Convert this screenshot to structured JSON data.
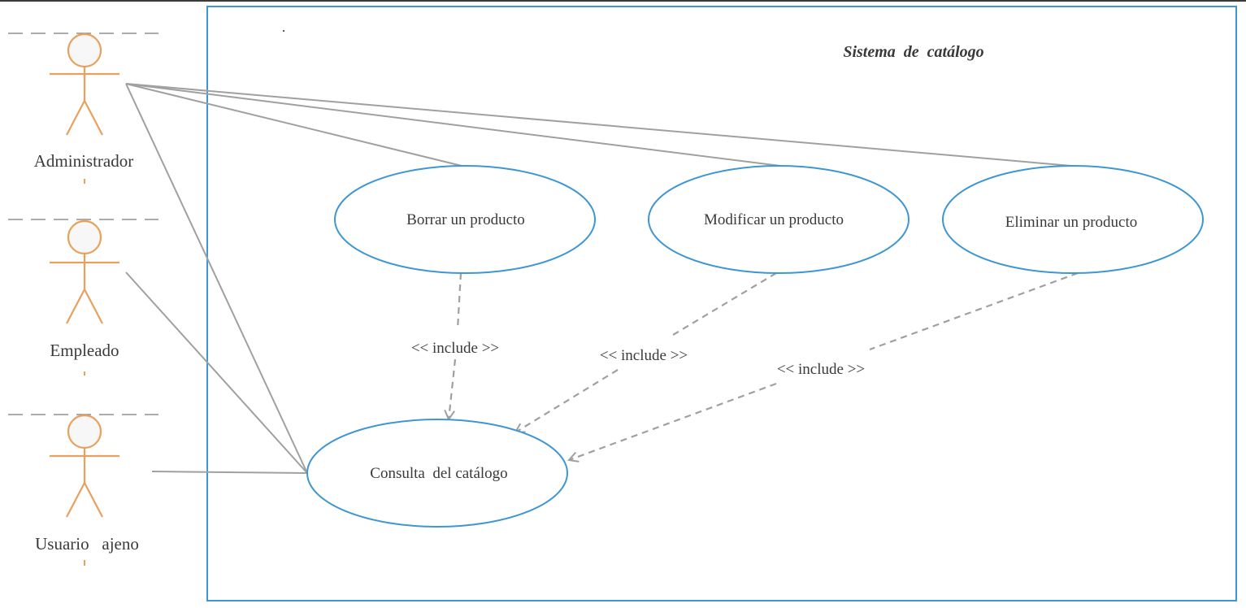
{
  "system": {
    "title": "Sistema  de  catálogo"
  },
  "actors": [
    {
      "id": "admin",
      "label": "Administrador"
    },
    {
      "id": "empleado",
      "label": "Empleado"
    },
    {
      "id": "usuario",
      "label": "Usuario   ajeno"
    }
  ],
  "use_cases": [
    {
      "id": "borrar",
      "label": "Borrar un producto"
    },
    {
      "id": "modificar",
      "label": "Modificar un producto"
    },
    {
      "id": "eliminar",
      "label": "Eliminar un producto"
    },
    {
      "id": "consulta",
      "label": "Consulta  del catálogo"
    }
  ],
  "includes": [
    {
      "from": "borrar",
      "to": "consulta",
      "label": "<< include >>"
    },
    {
      "from": "modificar",
      "to": "consulta",
      "label": "<< include >>"
    },
    {
      "from": "eliminar",
      "to": "consulta",
      "label": "<< include >>"
    }
  ],
  "associations": [
    {
      "actor": "admin",
      "use_case": "borrar"
    },
    {
      "actor": "admin",
      "use_case": "modificar"
    },
    {
      "actor": "admin",
      "use_case": "eliminar"
    },
    {
      "actor": "admin",
      "use_case": "consulta"
    },
    {
      "actor": "empleado",
      "use_case": "consulta"
    },
    {
      "actor": "usuario",
      "use_case": "consulta"
    }
  ],
  "colors": {
    "actor": "#e8a05c",
    "use_case_border": "#3e96d2",
    "system_border": "#3e96d2",
    "association": "#a0a0a0",
    "include": "#a0a0a0",
    "text": "#3a3a3a"
  }
}
